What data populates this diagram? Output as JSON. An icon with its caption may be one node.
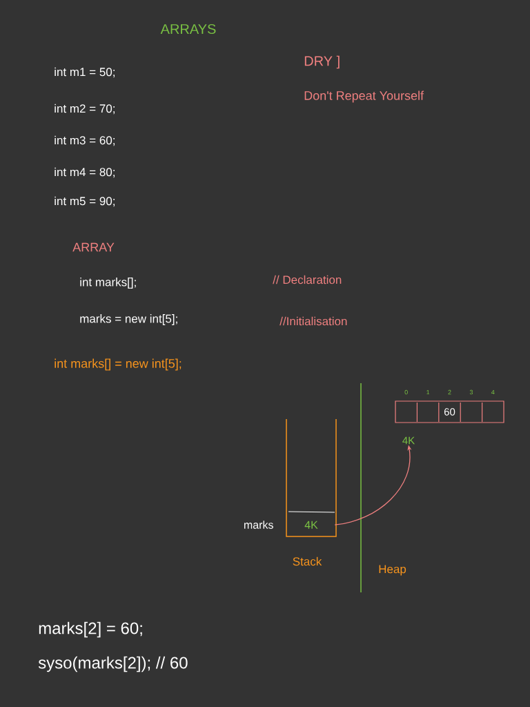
{
  "diagram": {
    "title": "ARRAYS",
    "nodes": [
      {
        "text": [
          "Stack"
        ]
      },
      {
        "text": [
          "4K"
        ],
        "beside": [
          "marks"
        ],
        "in": 0
      },
      {
        "text": [
          "60"
        ],
        "beside": [
          "0",
          "1",
          "2",
          "3",
          "4"
        ]
      },
      {
        "text": [
          "4K"
        ]
      }
    ],
    "edges": [
      {
        "from": 1,
        "to": 3,
        "arrow": "to",
        "color": "#f08080"
      }
    ],
    "labels": [
      "DRY ]",
      "Don't Repeat Yourself",
      "int m1 = 50;",
      "int m2 = 70;",
      "int m3 = 60;",
      "int m4 = 80;",
      "int m5 = 90;",
      "ARRAY",
      "int marks[];",
      "// Declaration",
      "marks = new int[5];",
      "//Initialisation",
      "int marks[] = new int[5];",
      "Heap",
      "marks[2] = 60;",
      "syso(marks[2]); // 60"
    ]
  }
}
